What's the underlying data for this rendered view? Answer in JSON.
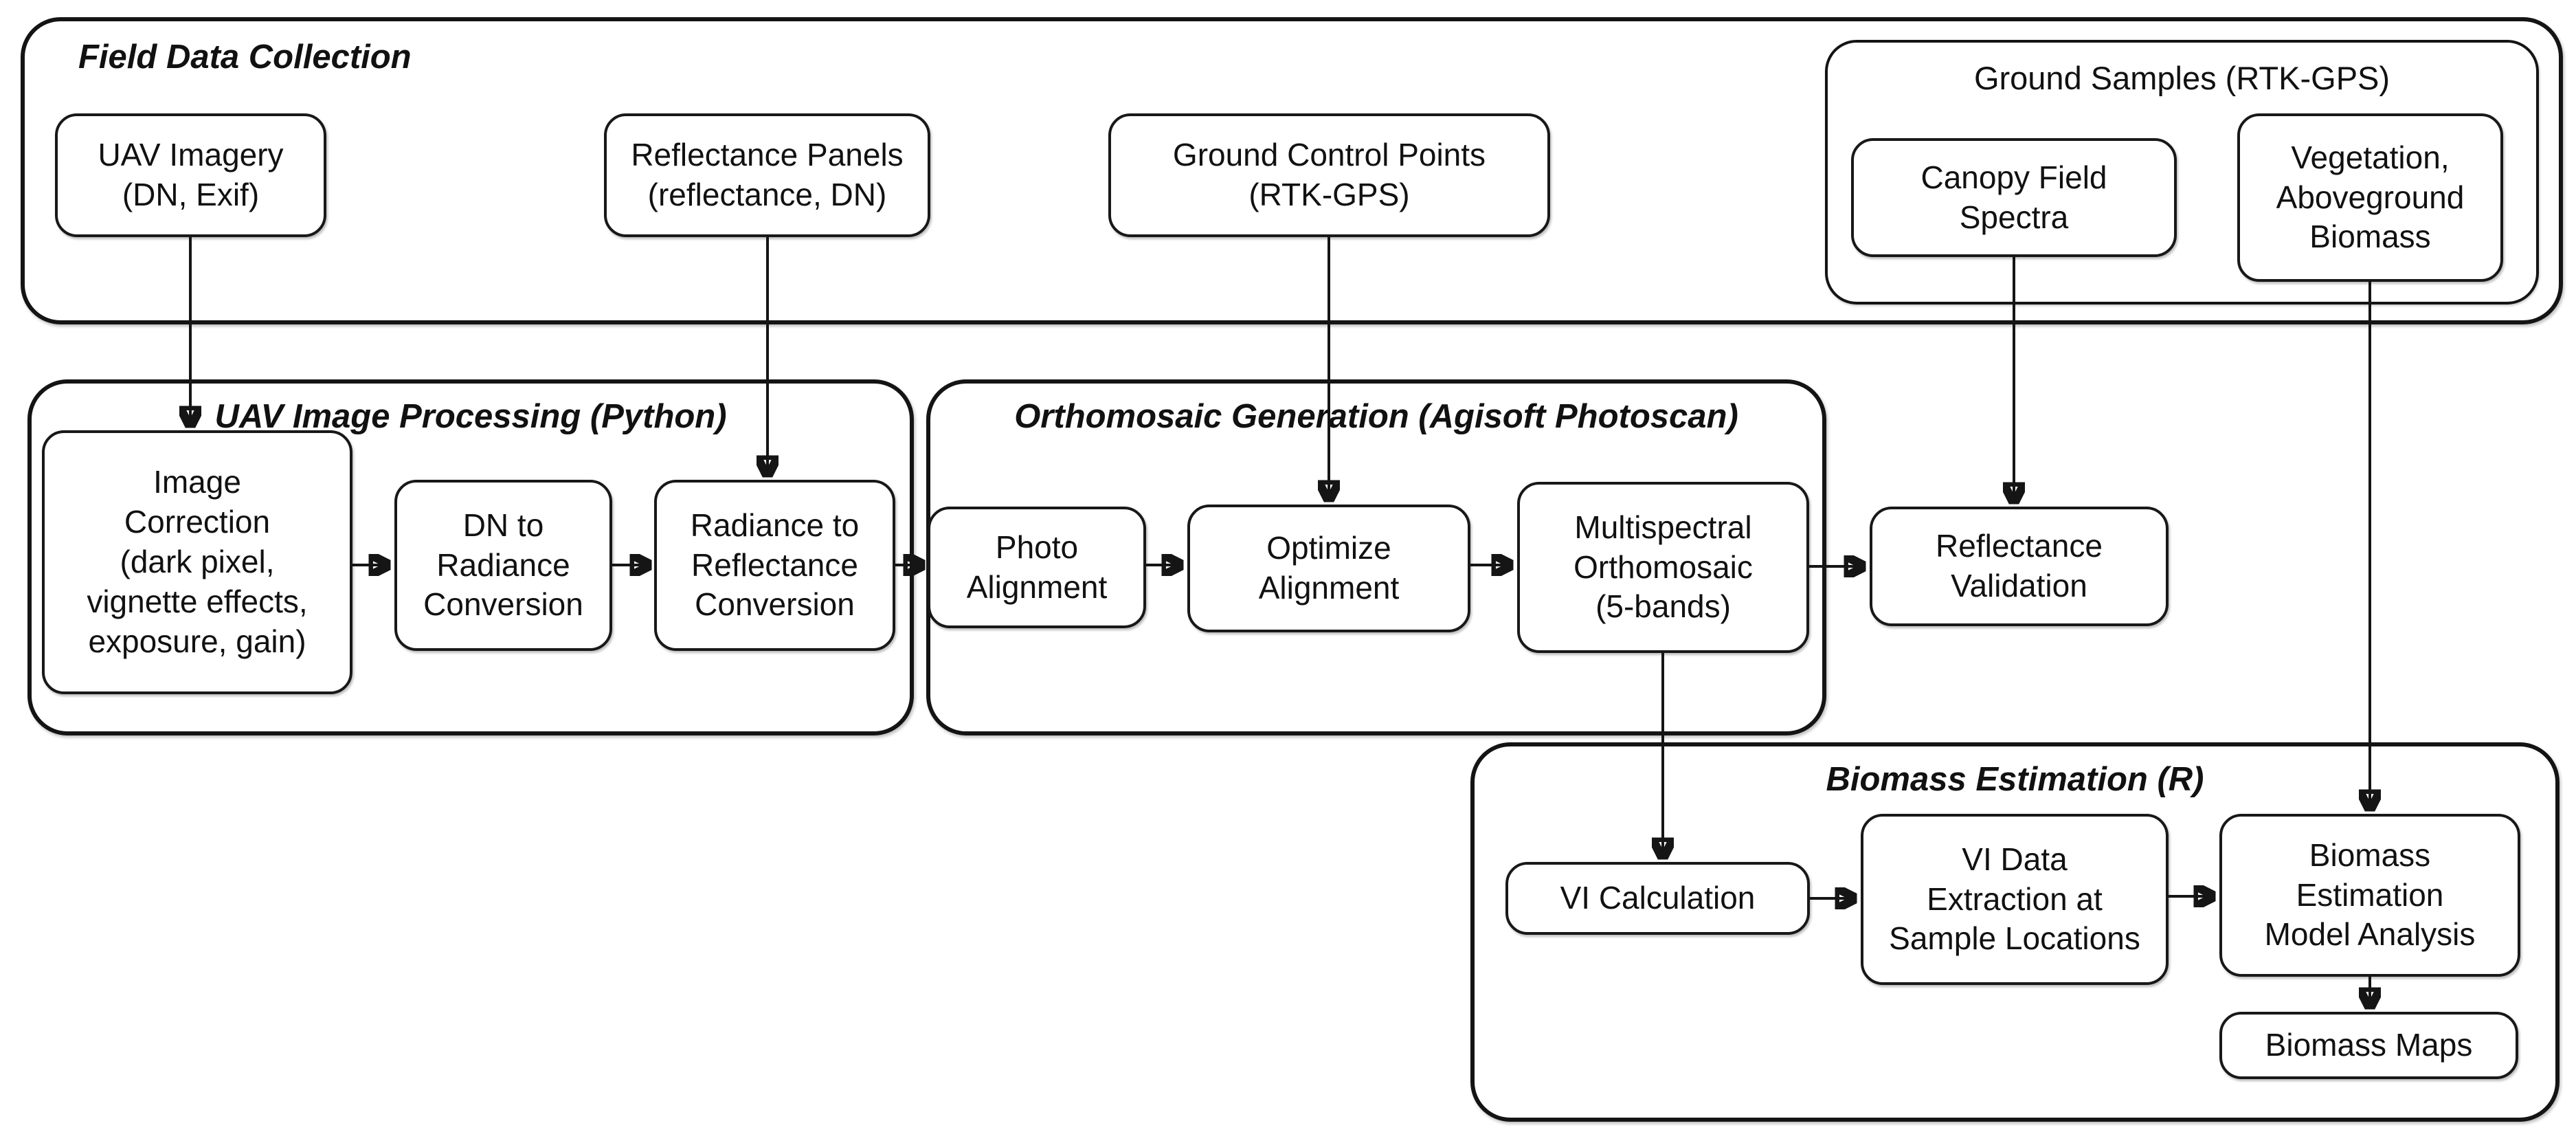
{
  "diagram": {
    "type": "flowchart",
    "background": "#ffffff",
    "ink_color": "#141414",
    "containers": {
      "field_data_collection": {
        "title": "Field Data Collection"
      },
      "ground_samples": {
        "title": "Ground Samples (RTK-GPS)"
      },
      "uav_image_processing": {
        "title": "UAV Image Processing (Python)"
      },
      "orthomosaic_generation": {
        "title": "Orthomosaic Generation (Agisoft Photoscan)"
      },
      "biomass_estimation": {
        "title": "Biomass Estimation (R)"
      }
    },
    "nodes": {
      "uav_imagery": {
        "label": "UAV Imagery\n(DN, Exif)"
      },
      "reflectance_panels": {
        "label": "Reflectance Panels\n(reflectance, DN)"
      },
      "ground_control_points": {
        "label": "Ground Control Points\n(RTK-GPS)"
      },
      "canopy_field_spectra": {
        "label": "Canopy Field\nSpectra"
      },
      "vegetation_biomass": {
        "label": "Vegetation,\nAboveground\nBiomass"
      },
      "image_correction": {
        "label": "Image\nCorrection\n(dark pixel,\nvignette effects,\nexposure, gain)"
      },
      "dn_to_radiance": {
        "label": "DN to\nRadiance\nConversion"
      },
      "radiance_to_reflectance": {
        "label": "Radiance to\nReflectance\nConversion"
      },
      "photo_alignment": {
        "label": "Photo\nAlignment"
      },
      "optimize_alignment": {
        "label": "Optimize\nAlignment"
      },
      "multispectral_orthomosaic": {
        "label": "Multispectral\nOrthomosaic\n(5-bands)"
      },
      "reflectance_validation": {
        "label": "Reflectance\nValidation"
      },
      "vi_calculation": {
        "label": "VI Calculation"
      },
      "vi_data_extraction": {
        "label": "VI Data\nExtraction at\nSample Locations"
      },
      "biomass_model_analysis": {
        "label": "Biomass\nEstimation\nModel Analysis"
      },
      "biomass_maps": {
        "label": "Biomass Maps"
      }
    },
    "edges": [
      {
        "from": "uav_imagery",
        "to": "image_correction"
      },
      {
        "from": "reflectance_panels",
        "to": "radiance_to_reflectance"
      },
      {
        "from": "ground_control_points",
        "to": "optimize_alignment"
      },
      {
        "from": "canopy_field_spectra",
        "to": "reflectance_validation"
      },
      {
        "from": "vegetation_biomass",
        "to": "biomass_model_analysis"
      },
      {
        "from": "image_correction",
        "to": "dn_to_radiance"
      },
      {
        "from": "dn_to_radiance",
        "to": "radiance_to_reflectance"
      },
      {
        "from": "radiance_to_reflectance",
        "to": "photo_alignment"
      },
      {
        "from": "photo_alignment",
        "to": "optimize_alignment"
      },
      {
        "from": "optimize_alignment",
        "to": "multispectral_orthomosaic"
      },
      {
        "from": "multispectral_orthomosaic",
        "to": "reflectance_validation"
      },
      {
        "from": "multispectral_orthomosaic",
        "to": "vi_calculation"
      },
      {
        "from": "vi_calculation",
        "to": "vi_data_extraction"
      },
      {
        "from": "vi_data_extraction",
        "to": "biomass_model_analysis"
      },
      {
        "from": "biomass_model_analysis",
        "to": "biomass_maps"
      }
    ]
  }
}
